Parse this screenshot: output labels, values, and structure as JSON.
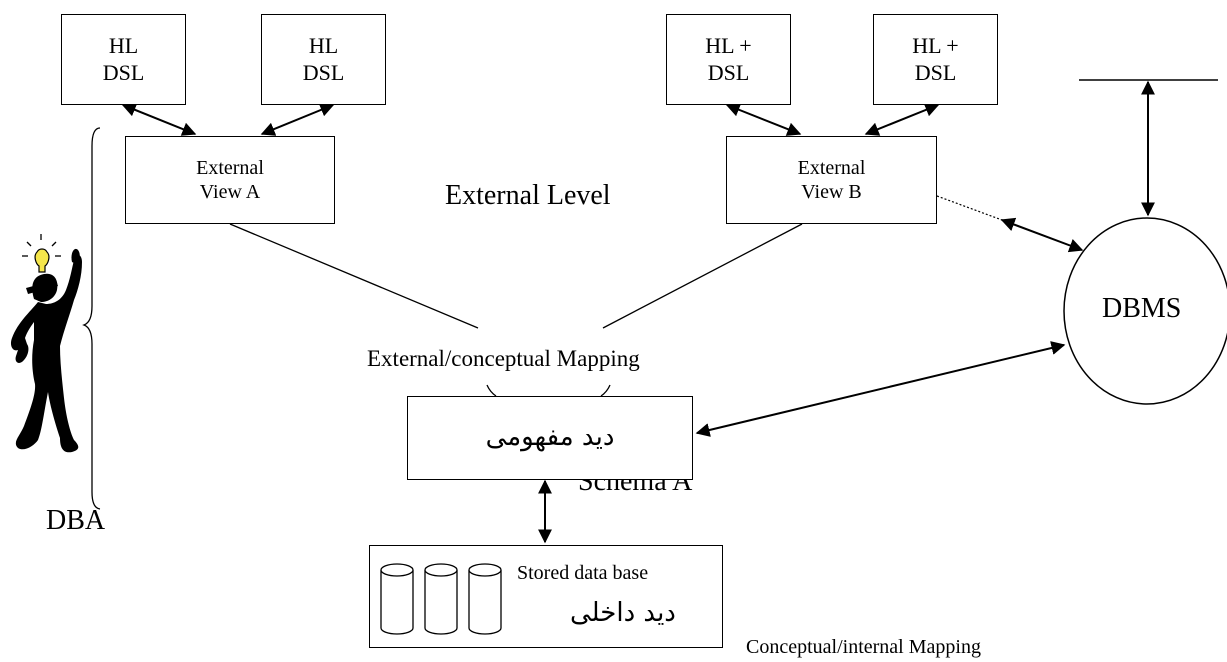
{
  "diagram": {
    "dsl_boxes": [
      {
        "line1": "HL",
        "line2": "DSL"
      },
      {
        "line1": "HL",
        "line2": "DSL"
      },
      {
        "line1": "HL +",
        "line2": "DSL"
      },
      {
        "line1": "HL +",
        "line2": "DSL"
      }
    ],
    "external_view_a": {
      "line1": "External",
      "line2": "View A"
    },
    "external_view_b": {
      "line1": "External",
      "line2": "View B"
    },
    "external_level": "External Level",
    "external_conceptual_mapping": "External/conceptual Mapping",
    "conceptual_view": "دید مفهومی",
    "schema_label": "Schema A",
    "dbms": "DBMS",
    "dba": "DBA",
    "stored_db": {
      "title": "Stored data base",
      "internal_view": "دید داخلی"
    },
    "conceptual_internal_mapping": "Conceptual/internal Mapping",
    "icons": [
      "dba-person-icon",
      "lightbulb-icon",
      "database-cylinder-icon"
    ]
  }
}
